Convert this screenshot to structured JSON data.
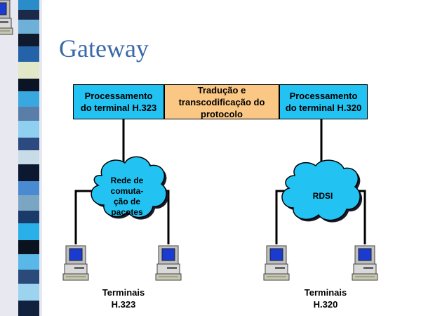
{
  "title": "Gateway",
  "boxes": {
    "left": "Processamento\ndo terminal H.323",
    "middle": "Tradução e\ntranscodificação do\nprotocolo",
    "right": "Processamento\ndo terminal H.320"
  },
  "clouds": {
    "left": "Rede de\ncomuta-\nção de\npacotes",
    "right": "RDSI"
  },
  "terminals": {
    "left": "Terminais\nH.323",
    "right": "Terminais\nH.320"
  },
  "colors": {
    "title": "#3a6aa8",
    "box_blue": "#22c3f2",
    "box_orange": "#fbc784",
    "cloud": "#22c3f2"
  },
  "icons": [
    "computer-terminal-icon",
    "cloud-network-icon"
  ]
}
